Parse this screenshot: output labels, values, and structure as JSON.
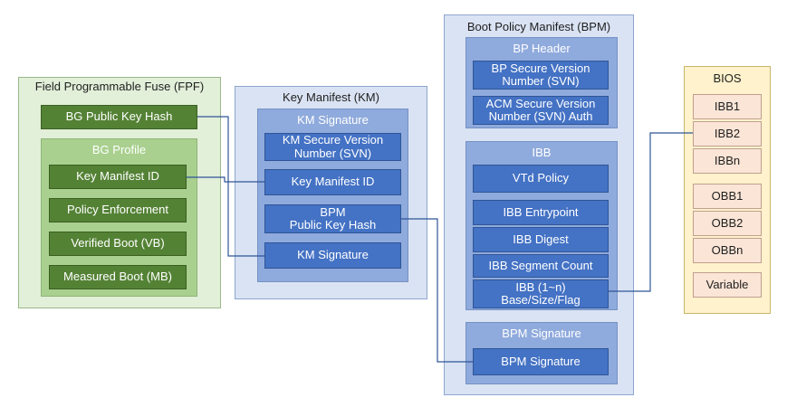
{
  "fpf": {
    "title": "Field Programmable Fuse (FPF)",
    "bg_public_key_hash": "BG Public Key Hash",
    "bg_profile": {
      "title": "BG Profile",
      "key_manifest_id": "Key Manifest ID",
      "policy_enforcement": "Policy Enforcement",
      "verified_boot": "Verified Boot (VB)",
      "measured_boot": "Measured Boot (MB)"
    }
  },
  "km": {
    "title": "Key Manifest (KM)",
    "signature_group": {
      "title": "KM Signature",
      "svn": "KM Secure Version Number (SVN)",
      "key_manifest_id": "Key Manifest ID",
      "bpm_pubkey_hash_line1": "BPM",
      "bpm_pubkey_hash_line2": "Public Key Hash",
      "km_signature": "KM Signature"
    }
  },
  "bpm": {
    "title": "Boot Policy Manifest (BPM)",
    "header": {
      "title": "BP Header",
      "bp_svn": "BP Secure Version Number (SVN)",
      "acm_svn": "ACM Secure Version Number (SVN) Auth"
    },
    "ibb": {
      "title": "IBB",
      "vtd_policy": "VTd Policy",
      "entrypoint": "IBB Entrypoint",
      "digest": "IBB Digest",
      "segment_count": "IBB Segment Count",
      "base_line1": "IBB (1~n)",
      "base_line2": "Base/Size/Flag"
    },
    "signature": {
      "title": "BPM Signature",
      "bpm_signature": "BPM Signature"
    }
  },
  "bios": {
    "title": "BIOS",
    "items": [
      "IBB1",
      "IBB2",
      "IBBn",
      "OBB1",
      "OBB2",
      "OBBn",
      "Variable"
    ]
  },
  "colors": {
    "connector": "#2f5597",
    "fpf_bg": "#e2efd9",
    "green_dark": "#548235",
    "green_light": "#a9d08e",
    "blue_dark": "#4472c4",
    "blue_mid": "#8faadc",
    "blue_light": "#dae3f3",
    "bios_bg": "#fff2cc",
    "bios_item": "#fbe5d6"
  }
}
